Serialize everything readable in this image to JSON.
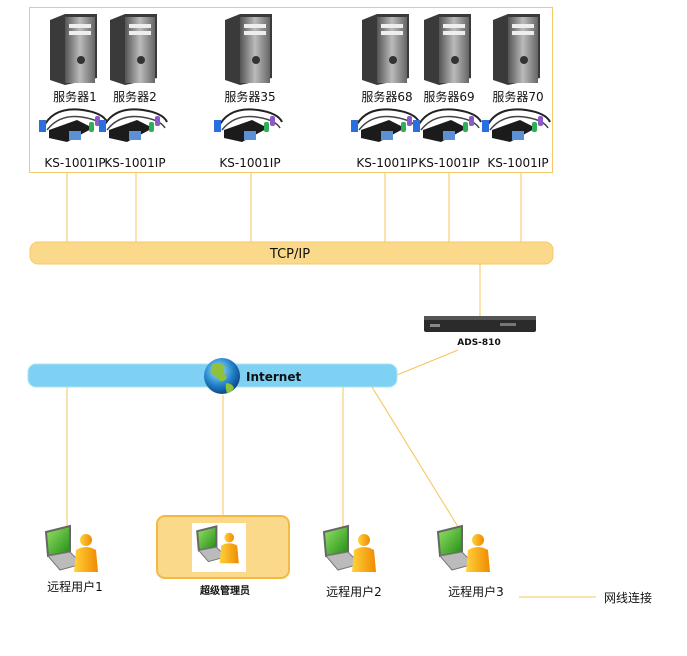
{
  "servers": [
    {
      "name": "服务器1",
      "kvm": "KS-1001IP"
    },
    {
      "name": "服务器2",
      "kvm": "KS-1001IP"
    },
    {
      "name": "服务器35",
      "kvm": "KS-1001IP"
    },
    {
      "name": "服务器68",
      "kvm": "KS-1001IP"
    },
    {
      "name": "服务器69",
      "kvm": "KS-1001IP"
    },
    {
      "name": "服务器70",
      "kvm": "KS-1001IP"
    }
  ],
  "network": {
    "tcp_label": "TCP/IP",
    "internet_label": "Internet",
    "device_label": "ADS-810"
  },
  "users": [
    {
      "label": "远程用户1"
    },
    {
      "label": "超级管理员"
    },
    {
      "label": "远程用户2"
    },
    {
      "label": "远程用户3"
    }
  ],
  "legend": {
    "label": "网线连接"
  },
  "colors": {
    "line": "#f7c35a",
    "tcp_bar": "#fbd98a",
    "internet_bar": "#7fd1f3",
    "admin_box": "#fbd98a"
  }
}
